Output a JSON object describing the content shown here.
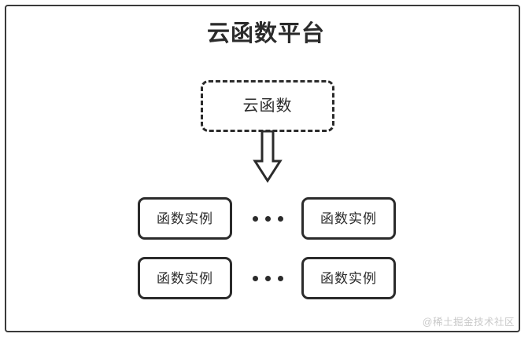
{
  "diagram": {
    "title": "云函数平台",
    "background_color": "#ffffff",
    "stroke_color": "#2b2b2b",
    "frame_color": "#3a3a3a",
    "watermark": "@稀土掘金技术社区",
    "watermark_color": "#c9c9c9",
    "nodes": {
      "cloud_function": {
        "label": "云函数",
        "style": "dashed-rounded-rect"
      },
      "instances": [
        {
          "label": "函数实例",
          "row": 1,
          "column": 1
        },
        {
          "label": "函数实例",
          "row": 1,
          "column": 2
        },
        {
          "label": "函数实例",
          "row": 2,
          "column": 1
        },
        {
          "label": "函数实例",
          "row": 2,
          "column": 2
        }
      ]
    },
    "connectors": {
      "arrow": {
        "icon": "down-block-arrow-icon",
        "direction": "down",
        "from": "云函数",
        "to": "函数实例"
      },
      "ellipsis_row1": "…",
      "ellipsis_row2": "…"
    }
  }
}
